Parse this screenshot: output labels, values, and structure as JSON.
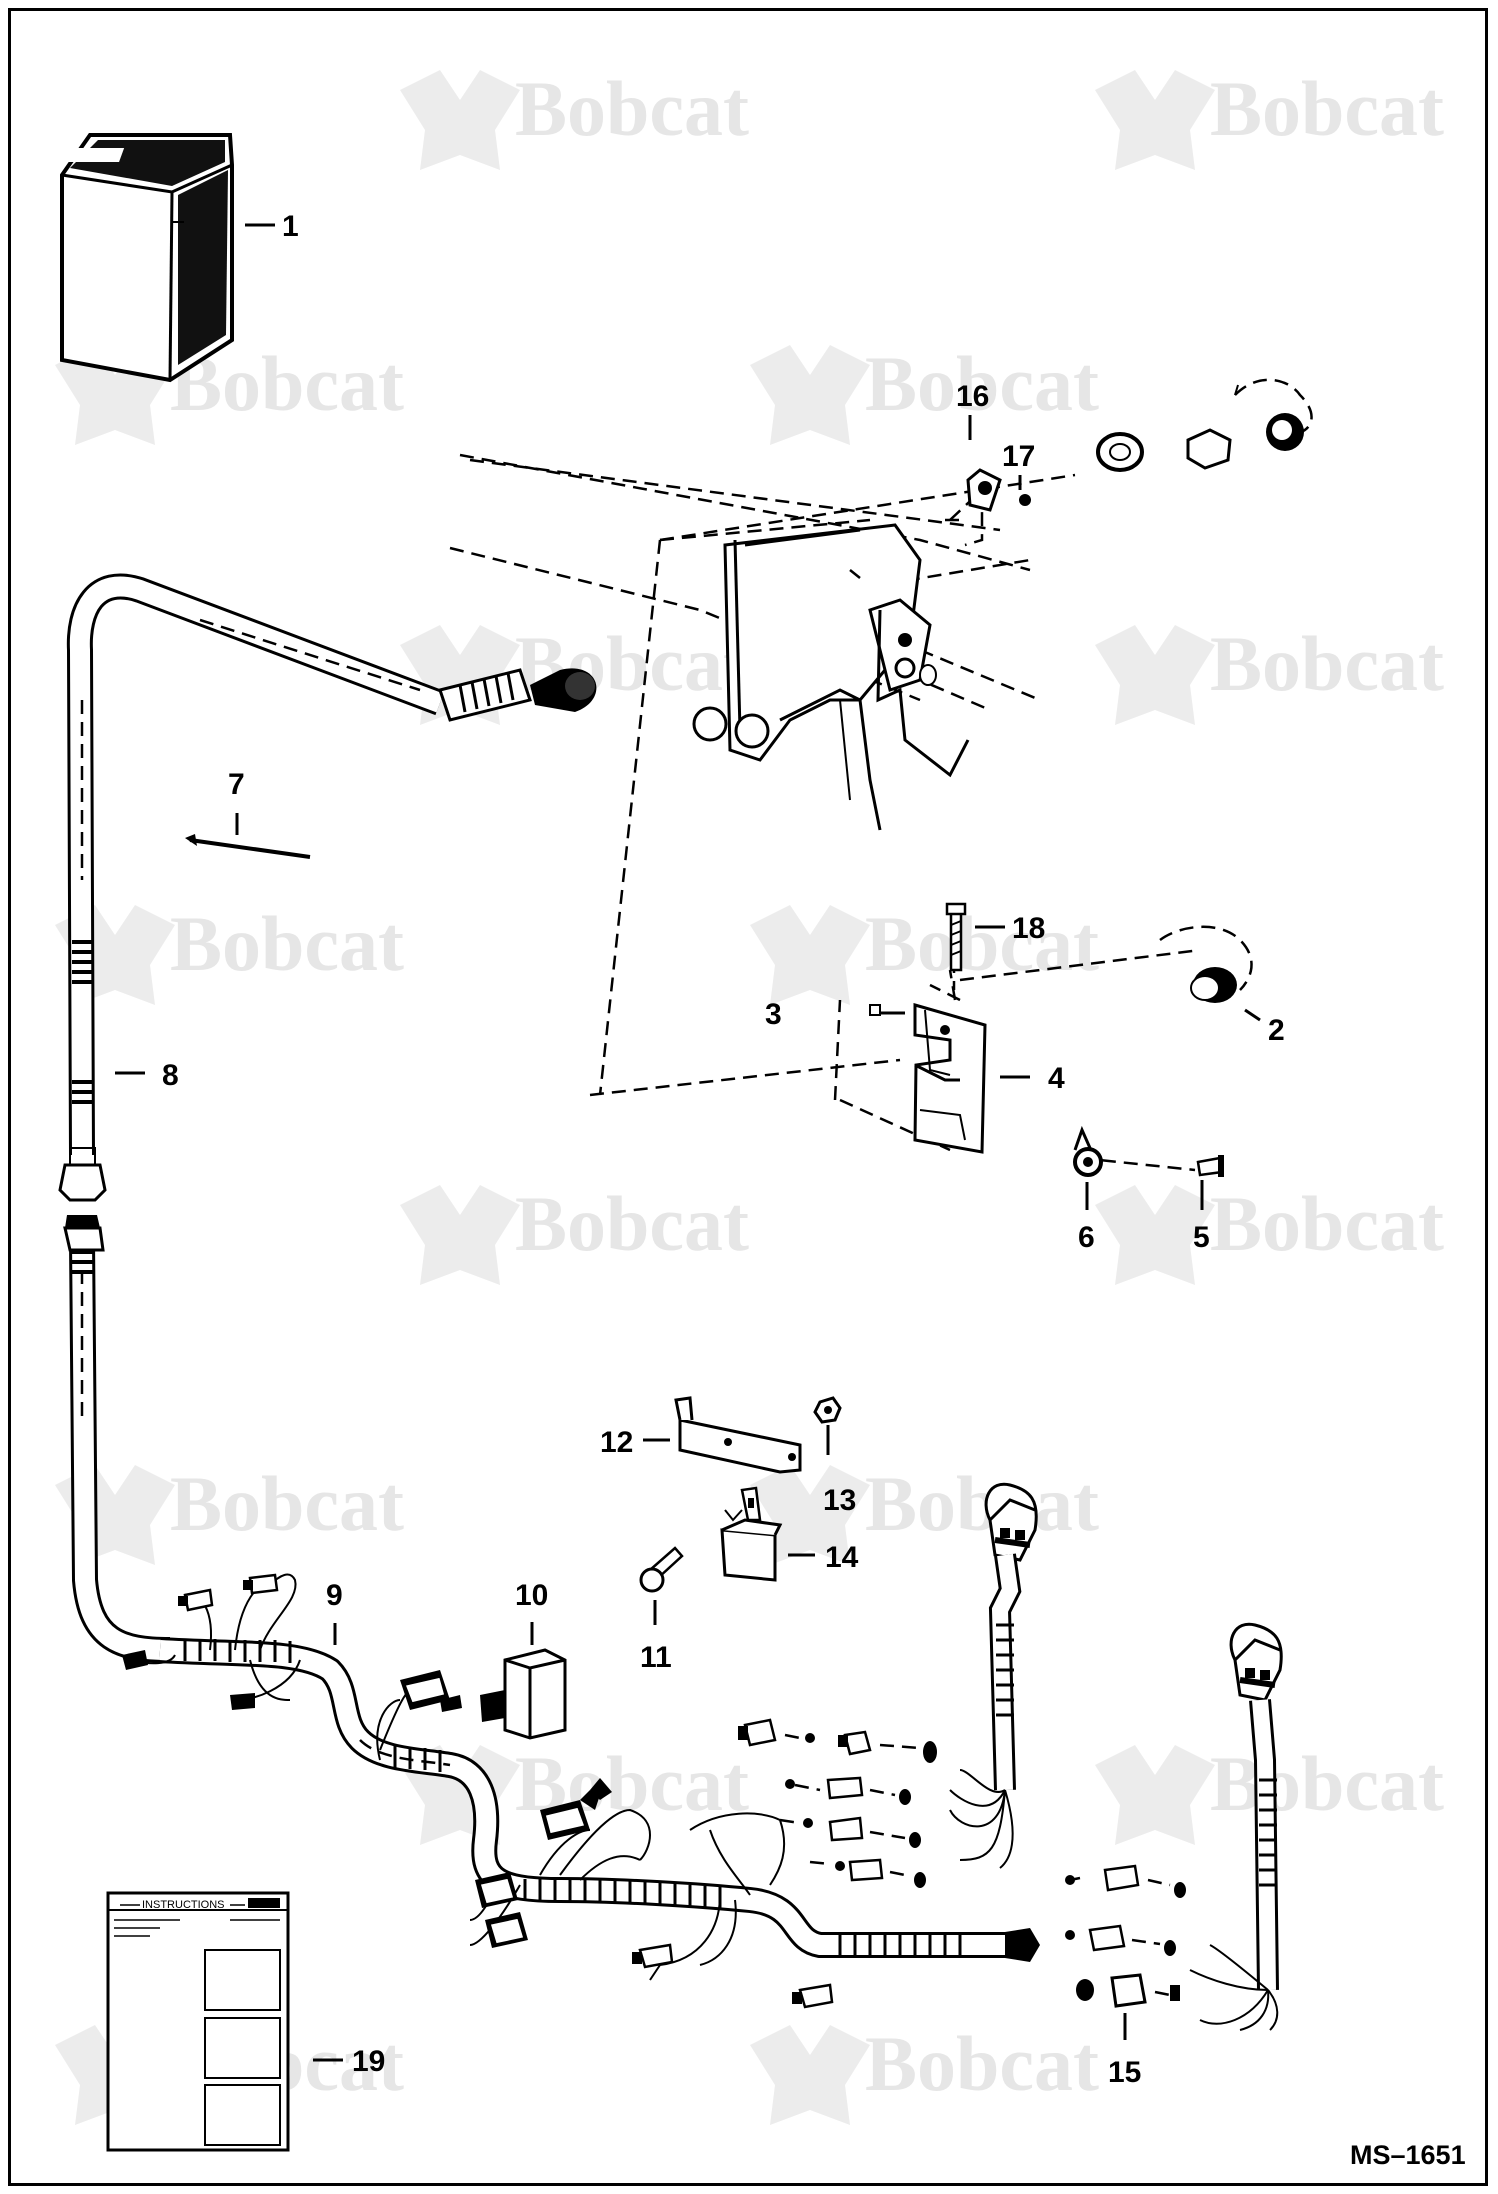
{
  "watermark": {
    "brand": "Bobcat"
  },
  "drawing_code": "MS–1651",
  "instruction_sheet": {
    "heading": "INSTRUCTIONS"
  },
  "callouts": [
    {
      "id": "c1",
      "label": "1"
    },
    {
      "id": "c2",
      "label": "2"
    },
    {
      "id": "c3",
      "label": "3"
    },
    {
      "id": "c4",
      "label": "4"
    },
    {
      "id": "c5",
      "label": "5"
    },
    {
      "id": "c6",
      "label": "6"
    },
    {
      "id": "c7",
      "label": "7"
    },
    {
      "id": "c8",
      "label": "8"
    },
    {
      "id": "c9",
      "label": "9"
    },
    {
      "id": "c10",
      "label": "10"
    },
    {
      "id": "c11",
      "label": "11"
    },
    {
      "id": "c12",
      "label": "12"
    },
    {
      "id": "c13",
      "label": "13"
    },
    {
      "id": "c14",
      "label": "14"
    },
    {
      "id": "c15",
      "label": "15"
    },
    {
      "id": "c16",
      "label": "16"
    },
    {
      "id": "c17",
      "label": "17"
    },
    {
      "id": "c18",
      "label": "18"
    },
    {
      "id": "c19",
      "label": "19"
    }
  ]
}
